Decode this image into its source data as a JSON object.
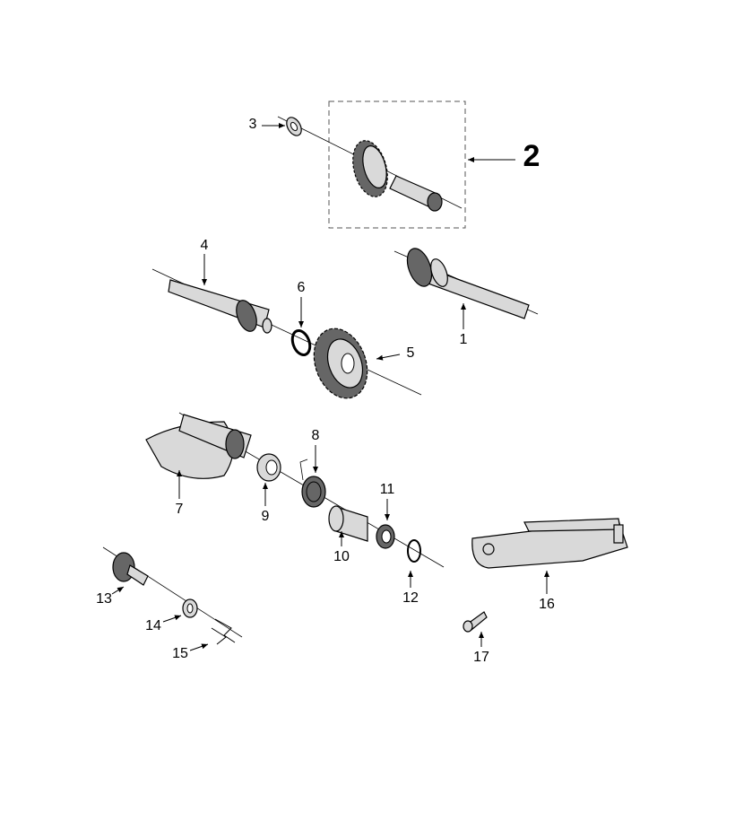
{
  "title": "Kick starter / transmission shaft exploded parts diagram",
  "parts": [
    {
      "id": "1",
      "label": "1"
    },
    {
      "id": "2",
      "label": "2"
    },
    {
      "id": "3",
      "label": "3"
    },
    {
      "id": "4",
      "label": "4"
    },
    {
      "id": "5",
      "label": "5"
    },
    {
      "id": "6",
      "label": "6"
    },
    {
      "id": "7",
      "label": "7"
    },
    {
      "id": "8",
      "label": "8"
    },
    {
      "id": "9",
      "label": "9"
    },
    {
      "id": "10",
      "label": "10"
    },
    {
      "id": "11",
      "label": "11"
    },
    {
      "id": "12",
      "label": "12"
    },
    {
      "id": "13",
      "label": "13"
    },
    {
      "id": "14",
      "label": "14"
    },
    {
      "id": "15",
      "label": "15"
    },
    {
      "id": "16",
      "label": "16"
    },
    {
      "id": "17",
      "label": "17"
    }
  ]
}
